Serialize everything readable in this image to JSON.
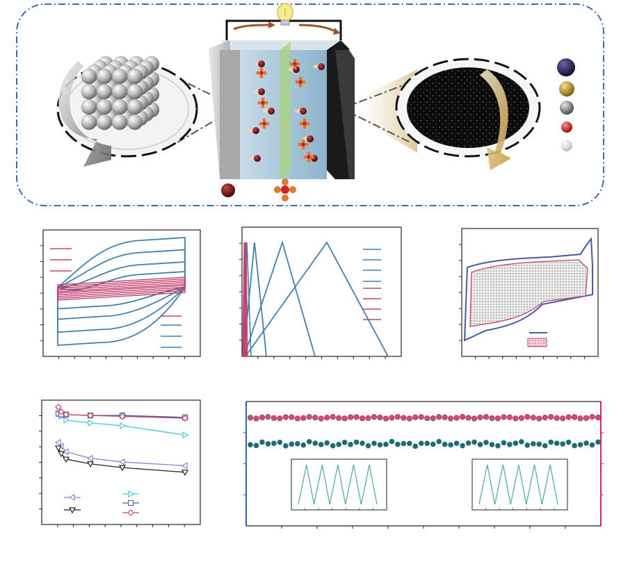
{
  "colors": {
    "frame_dash": "#3b6ab0",
    "blue_curve": "#3f7fb0",
    "magenta_curve": "#c2416f",
    "cyan_curve": "#49c7e3",
    "purple_curve": "#8b7fd3",
    "navy_curve": "#4659a5",
    "black_curve": "#222222",
    "teal_dot": "#1e6b78",
    "pink_dot": "#c94d7f",
    "red_axis": "#cc2a55",
    "blue_axis": "#2f66b3",
    "inset_line": "#4aa6a6"
  },
  "legend_balls": [
    "dark-purple",
    "gold",
    "gray",
    "red",
    "white"
  ],
  "icons": [
    "bulb-icon",
    "sphere-cluster-icon",
    "carbon-particle-icon",
    "ion-icon"
  ],
  "cv_panel_levels": [
    1.0,
    0.75,
    0.5,
    0.3
  ],
  "gcd_panel_peaks": [
    0.05,
    0.1,
    0.25,
    0.5
  ],
  "rate_panel": {
    "series": [
      {
        "marker": "left-triangle",
        "color": "purple",
        "values": [
          0.62,
          0.58,
          0.52,
          0.45,
          0.41,
          0.37
        ]
      },
      {
        "marker": "down-triangle",
        "color": "black",
        "values": [
          0.56,
          0.5,
          0.44,
          0.39,
          0.35,
          0.3
        ]
      },
      {
        "marker": "right-triangle",
        "color": "cyan",
        "values": [
          0.93,
          0.9,
          0.86,
          0.83,
          0.8,
          0.7
        ]
      },
      {
        "marker": "square",
        "color": "navy",
        "values": [
          0.93,
          0.92,
          0.92,
          0.91,
          0.91,
          0.89
        ]
      },
      {
        "marker": "diamond",
        "color": "magenta",
        "values": [
          1.0,
          0.95,
          0.92,
          0.91,
          0.9,
          0.88
        ]
      }
    ]
  },
  "cycling_panel": {
    "pink_level": 0.87,
    "teal_level": 0.66
  }
}
